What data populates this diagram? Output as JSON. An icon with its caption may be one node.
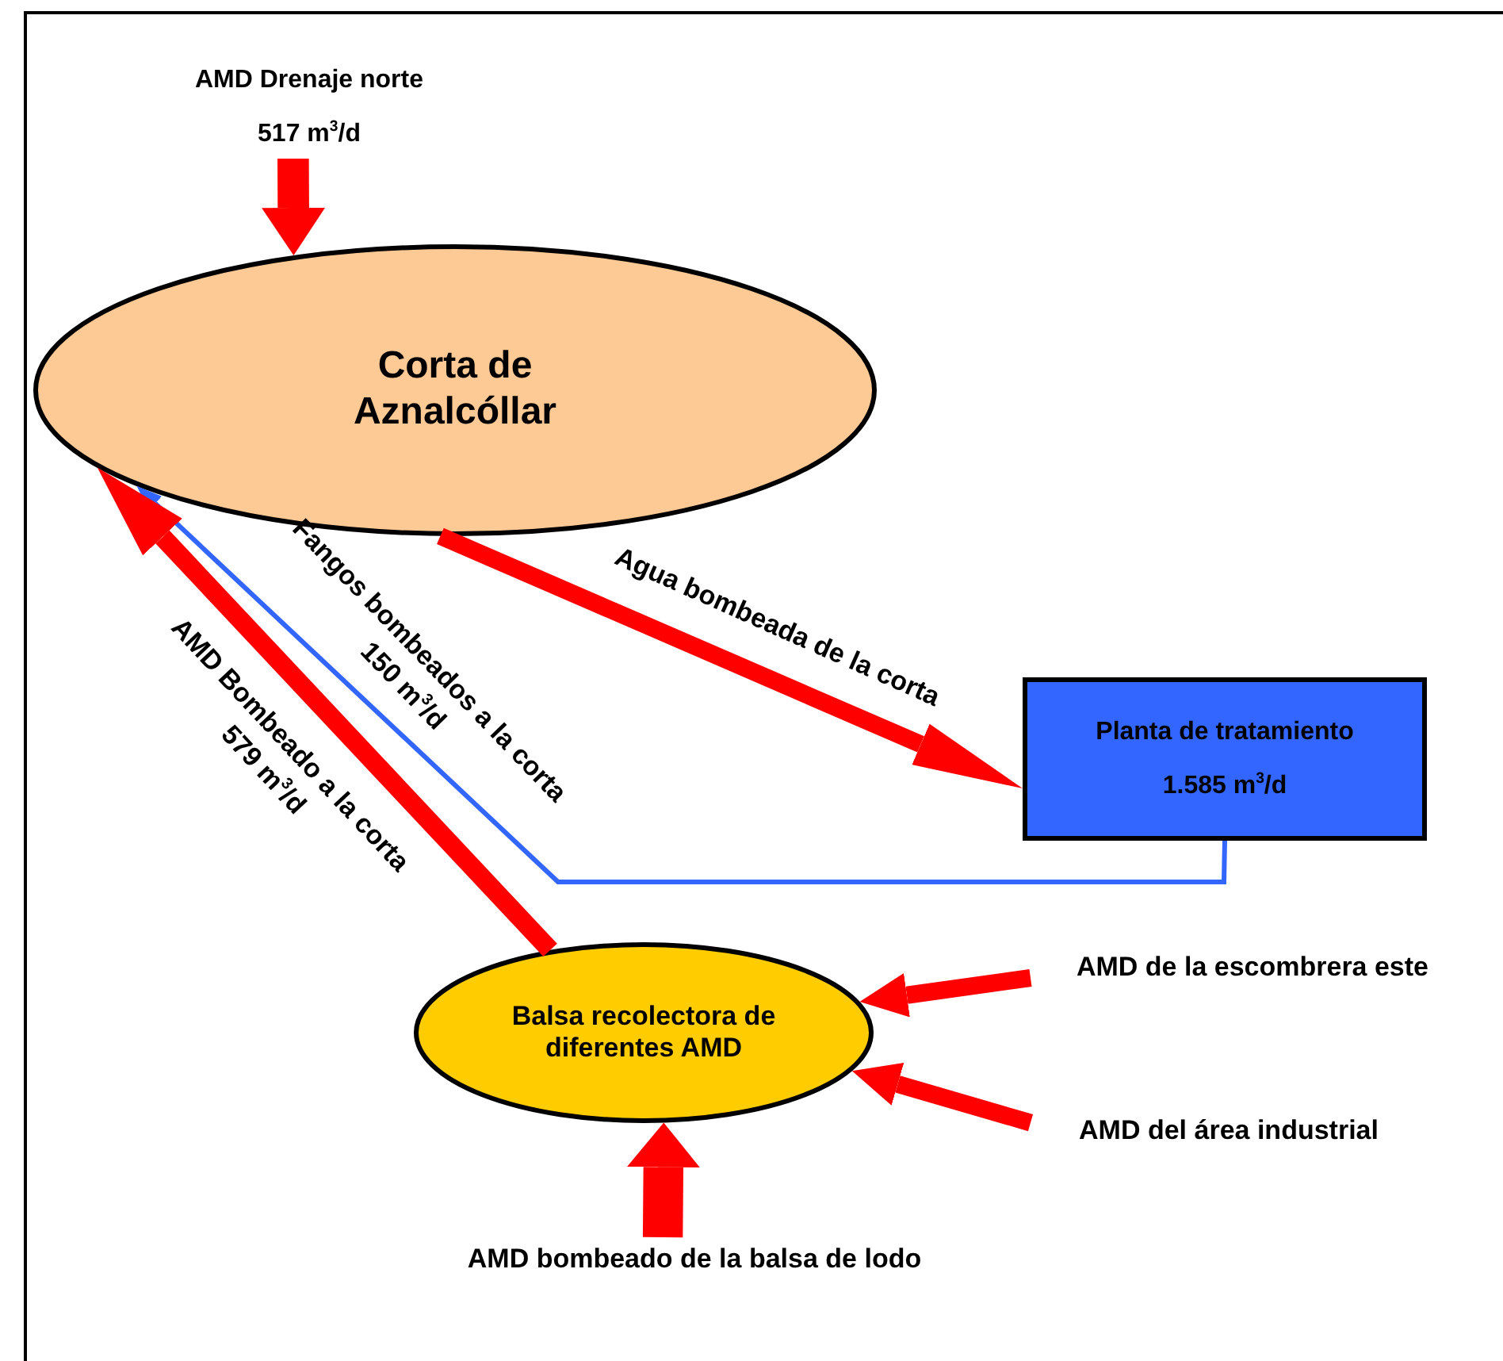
{
  "diagram": {
    "nodes": [
      {
        "text": [
          "Corta de Aznalcóllar"
        ]
      },
      {
        "text": [
          "Planta de tratamiento",
          "1.585 m$^{3}$/d"
        ]
      },
      {
        "text": [
          "Balsa recolectora de diferentes AMD"
        ]
      },
      {
        "text": [
          "AMD Drenaje norte",
          "517 m$^{3}$/d"
        ]
      },
      {
        "text": [
          "AMD de la escombrera este"
        ]
      },
      {
        "text": [
          "AMD del área industrial"
        ]
      },
      {
        "text": [
          "AMD bombeado de la balsa de lodo"
        ]
      }
    ],
    "edges": [
      {
        "from": 3,
        "to": 0,
        "arrow": "to",
        "style": "thick"
      },
      {
        "from": 0,
        "to": 1,
        "arrow": "to",
        "label": "Agua bombeada de la corta"
      },
      {
        "from": 1,
        "to": 0,
        "arrow": "to",
        "color": "#3366ff",
        "label": "Fangos bombeados a la corta 150 m$^{3}$/d"
      },
      {
        "from": 2,
        "to": 0,
        "arrow": "to",
        "label": "AMD Bombeado a la corta 579 m$^{3}$/d"
      },
      {
        "from": 4,
        "to": 2,
        "arrow": "to"
      },
      {
        "from": 5,
        "to": 2,
        "arrow": "to"
      },
      {
        "from": 6,
        "to": 2,
        "arrow": "to",
        "style": "thick"
      }
    ]
  }
}
